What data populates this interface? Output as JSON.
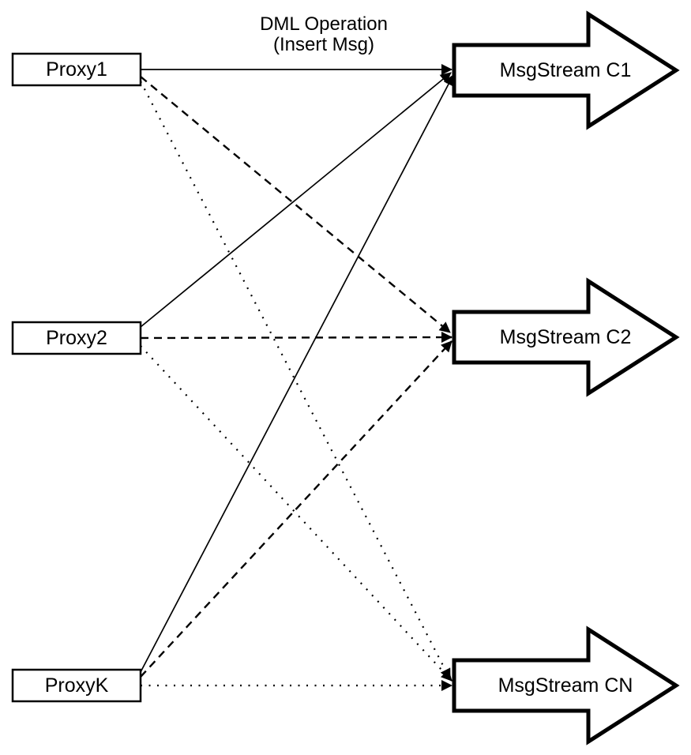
{
  "header": {
    "line1": "DML Operation",
    "line2": "(Insert Msg)"
  },
  "nodes": {
    "proxies": [
      {
        "label": "Proxy1"
      },
      {
        "label": "Proxy2"
      },
      {
        "label": "ProxyK"
      }
    ],
    "streams": [
      {
        "label": "MsgStream C1"
      },
      {
        "label": "MsgStream C2"
      },
      {
        "label": "MsgStream CN"
      }
    ]
  },
  "edges": [
    {
      "from": "Proxy1",
      "to": "MsgStream C1",
      "style": "solid"
    },
    {
      "from": "Proxy1",
      "to": "MsgStream C2",
      "style": "dashed"
    },
    {
      "from": "Proxy1",
      "to": "MsgStream CN",
      "style": "dotted"
    },
    {
      "from": "Proxy2",
      "to": "MsgStream C1",
      "style": "solid"
    },
    {
      "from": "Proxy2",
      "to": "MsgStream C2",
      "style": "dashed"
    },
    {
      "from": "Proxy2",
      "to": "MsgStream CN",
      "style": "dotted"
    },
    {
      "from": "ProxyK",
      "to": "MsgStream C1",
      "style": "solid"
    },
    {
      "from": "ProxyK",
      "to": "MsgStream C2",
      "style": "dashed"
    },
    {
      "from": "ProxyK",
      "to": "MsgStream CN",
      "style": "dotted"
    }
  ],
  "colors": {
    "line": "#000000",
    "fill": "#ffffff"
  }
}
